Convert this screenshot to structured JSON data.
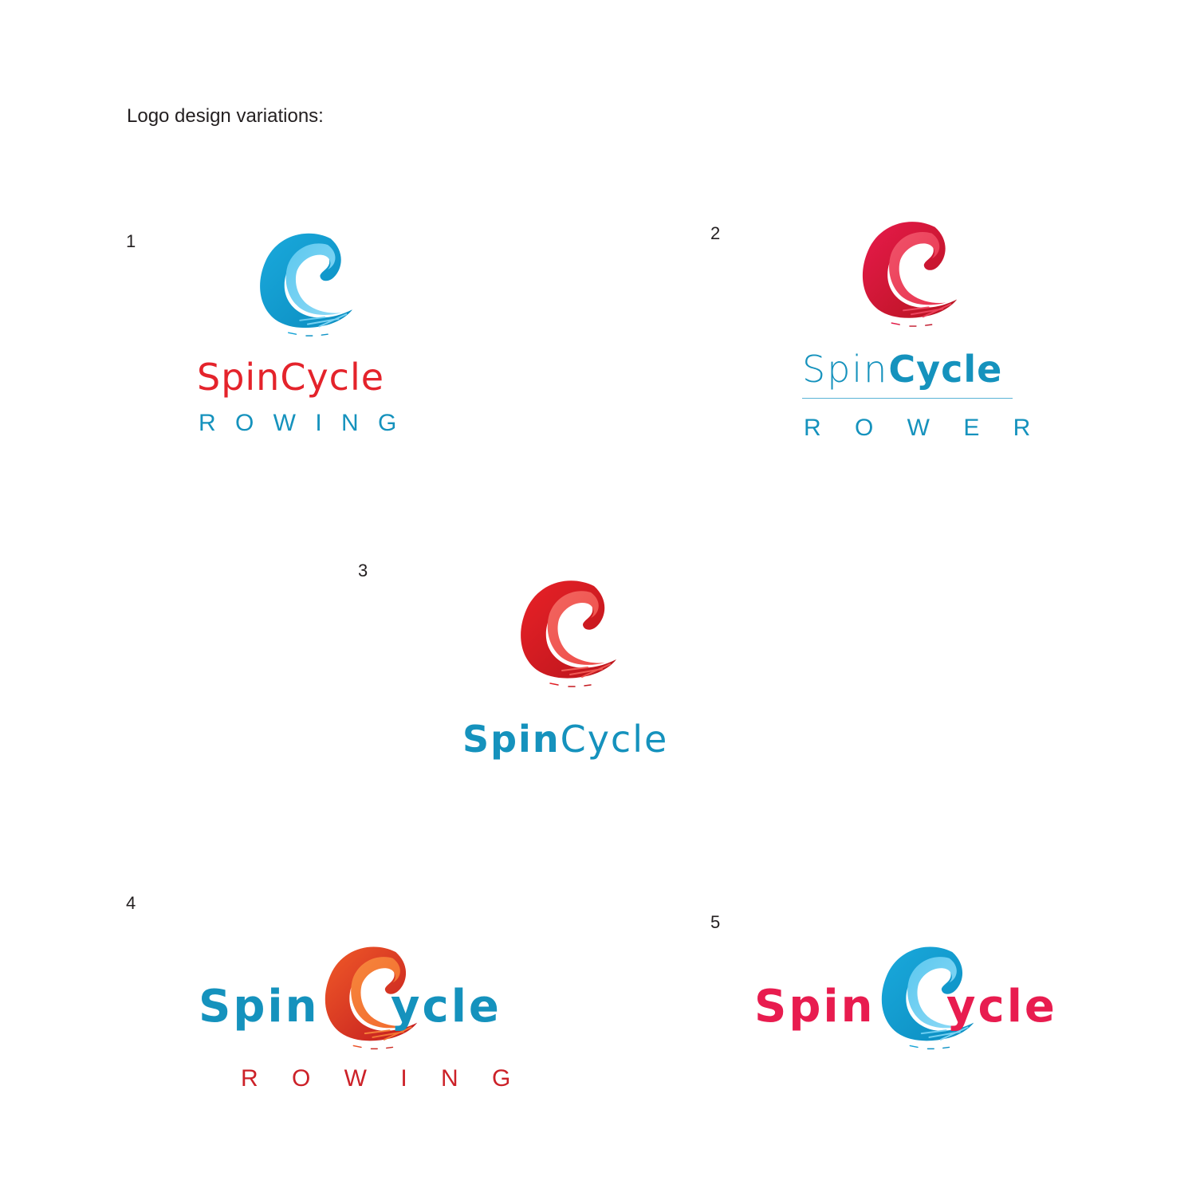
{
  "heading": "Logo design variations:",
  "colors": {
    "blue_text": "#1592bd",
    "red_text": "#e4232b",
    "crimson_text": "#e81c4f",
    "dark_red_text": "#cc2128",
    "heading_text": "#231f20"
  },
  "variations": [
    {
      "number": "1",
      "icon": "wave-swoosh-icon",
      "icon_color": "blue",
      "name_part1": "Spin",
      "name_part2": "Cycle",
      "tagline": "R O W I N G"
    },
    {
      "number": "2",
      "icon": "wave-swoosh-icon",
      "icon_color": "crimson",
      "name_part1": "Spin",
      "name_part2": "Cycle",
      "tagline": "R O W E R"
    },
    {
      "number": "3",
      "icon": "wave-swoosh-icon",
      "icon_color": "red",
      "name_part1": "Spin",
      "name_part2": "Cycle"
    },
    {
      "number": "4",
      "icon": "wave-swoosh-icon",
      "icon_color": "orange",
      "name_part1": "Spin",
      "name_part2": "ycle",
      "tagline": "R O W I N G"
    },
    {
      "number": "5",
      "icon": "wave-swoosh-icon",
      "icon_color": "blue",
      "name_part1": "Spin",
      "name_part2": "ycle"
    }
  ]
}
